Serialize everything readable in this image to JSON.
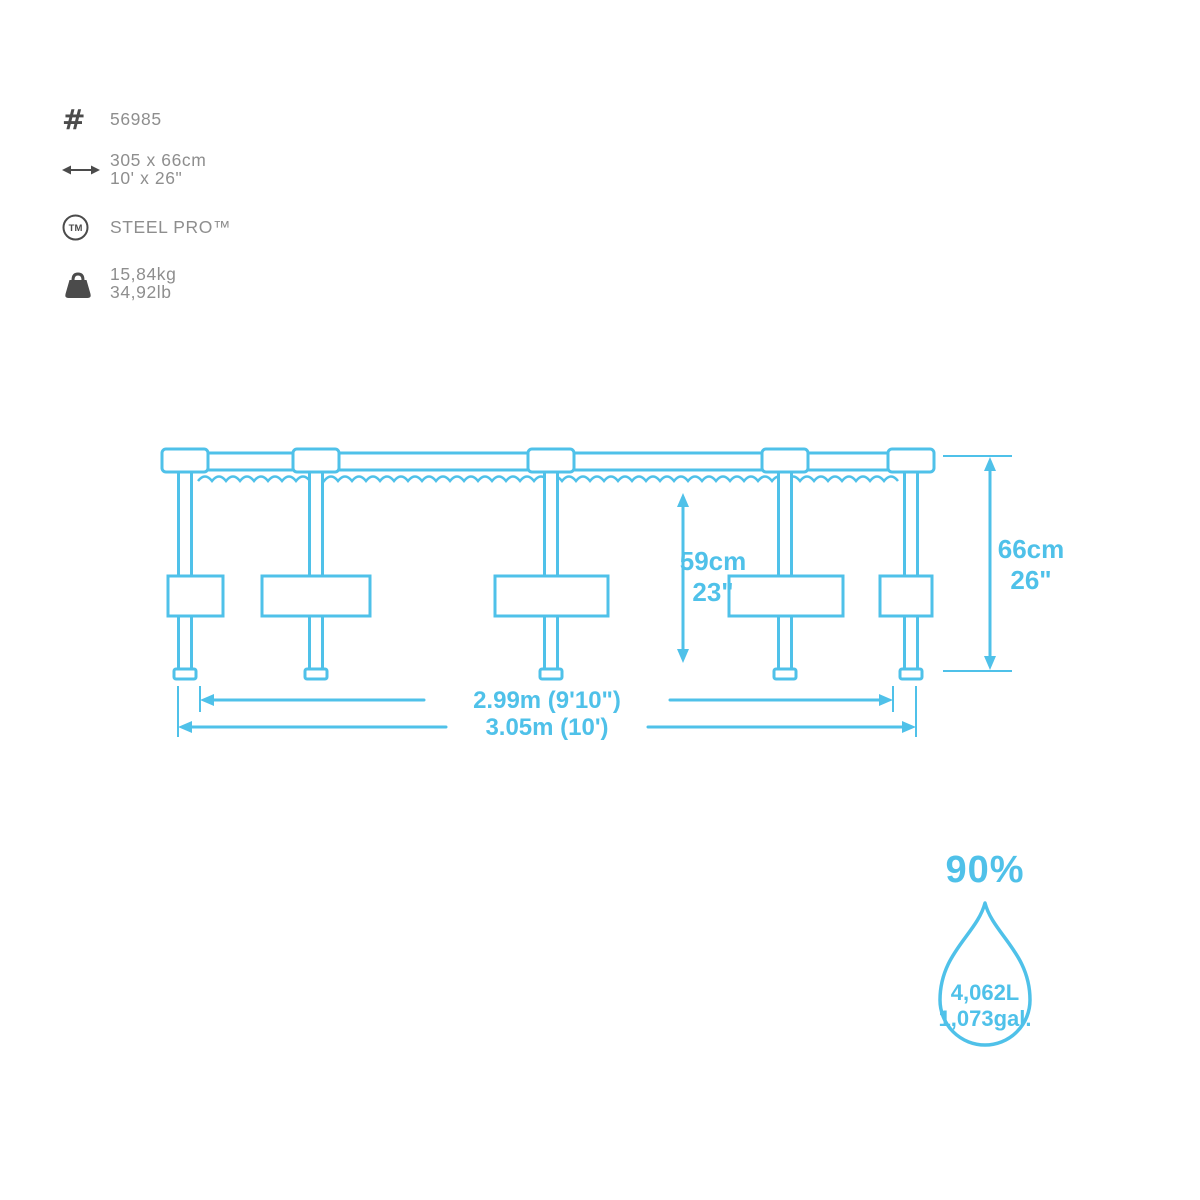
{
  "specs": {
    "item_icon_glyph": "#",
    "item_number": "56985",
    "size_metric": "305 x 66cm",
    "size_imperial": "10' x 26\"",
    "tm_icon_label": "TM",
    "product_line": "STEEL PRO™",
    "weight_metric": "15,84kg",
    "weight_imperial": "34,92lb"
  },
  "diagram": {
    "inner_height_metric": "59cm",
    "inner_height_imperial": "23\"",
    "outer_height_metric": "66cm",
    "outer_height_imperial": "26\"",
    "inner_width": "2.99m (9'10\")",
    "outer_width": "3.05m (10')"
  },
  "capacity": {
    "fill_level": "90%",
    "volume_metric": "4,062L",
    "volume_imperial": "1,073gal."
  },
  "colors": {
    "accent": "#4fc1e9",
    "label_gray": "#8e8e8e",
    "icon_dark": "#4b4b4b"
  }
}
